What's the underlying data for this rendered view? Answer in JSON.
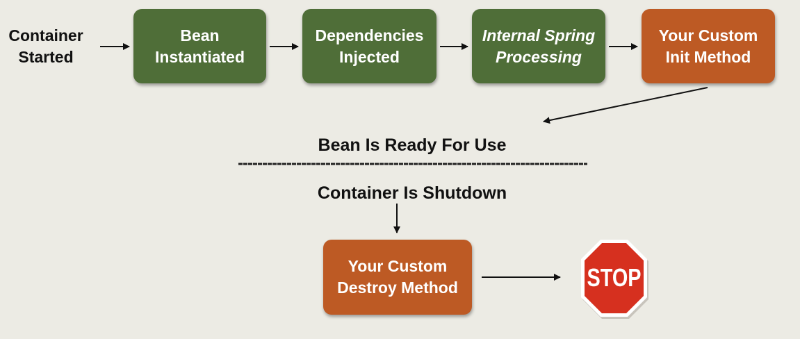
{
  "colors": {
    "background": "#ecebe4",
    "green_box": "#4f6e38",
    "orange_box": "#bd5a24",
    "stop_red": "#d6301f",
    "text_dark": "#111111"
  },
  "start_label": [
    "Container",
    "Started"
  ],
  "steps": [
    {
      "lines": [
        "Bean",
        "Instantiated"
      ],
      "kind": "green"
    },
    {
      "lines": [
        "Dependencies",
        "Injected"
      ],
      "kind": "green"
    },
    {
      "lines": [
        "Internal Spring",
        "Processing"
      ],
      "kind": "green",
      "italic": true
    },
    {
      "lines": [
        "Your Custom",
        "Init Method"
      ],
      "kind": "orange"
    }
  ],
  "ready_label": "Bean Is Ready For Use",
  "shutdown_label": "Container Is Shutdown",
  "destroy_box": {
    "lines": [
      "Your Custom",
      "Destroy Method"
    ],
    "kind": "orange"
  },
  "stop_sign": {
    "text": "STOP",
    "icon": "stop-sign-icon"
  }
}
